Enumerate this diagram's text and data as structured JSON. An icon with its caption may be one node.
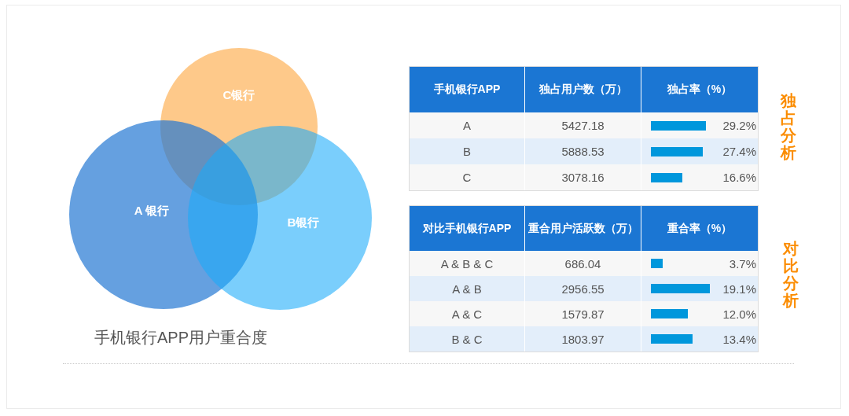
{
  "diagram": {
    "caption": "手机银行APP用户重合度",
    "nodes": [
      {
        "text": [
          "C银行"
        ]
      },
      {
        "text": [
          "A 银行"
        ]
      },
      {
        "text": [
          "B银行"
        ]
      }
    ],
    "labels": [
      "手机银行APP",
      "独占用户数（万）",
      "独占率（%）",
      "A",
      "5427.18",
      "29.2%",
      "B",
      "5888.53",
      "27.4%",
      "C",
      "3078.16",
      "16.6%",
      "独占分析",
      "对比手机银行APP",
      "重合用户活跃数（万）",
      "重合率（%）",
      "A & B & C",
      "686.04",
      "3.7%",
      "A & B",
      "2956.55",
      "19.1%",
      "A & C",
      "1579.87",
      "12.0%",
      "B & C",
      "1803.97",
      "13.4%",
      "对比分析"
    ]
  }
}
